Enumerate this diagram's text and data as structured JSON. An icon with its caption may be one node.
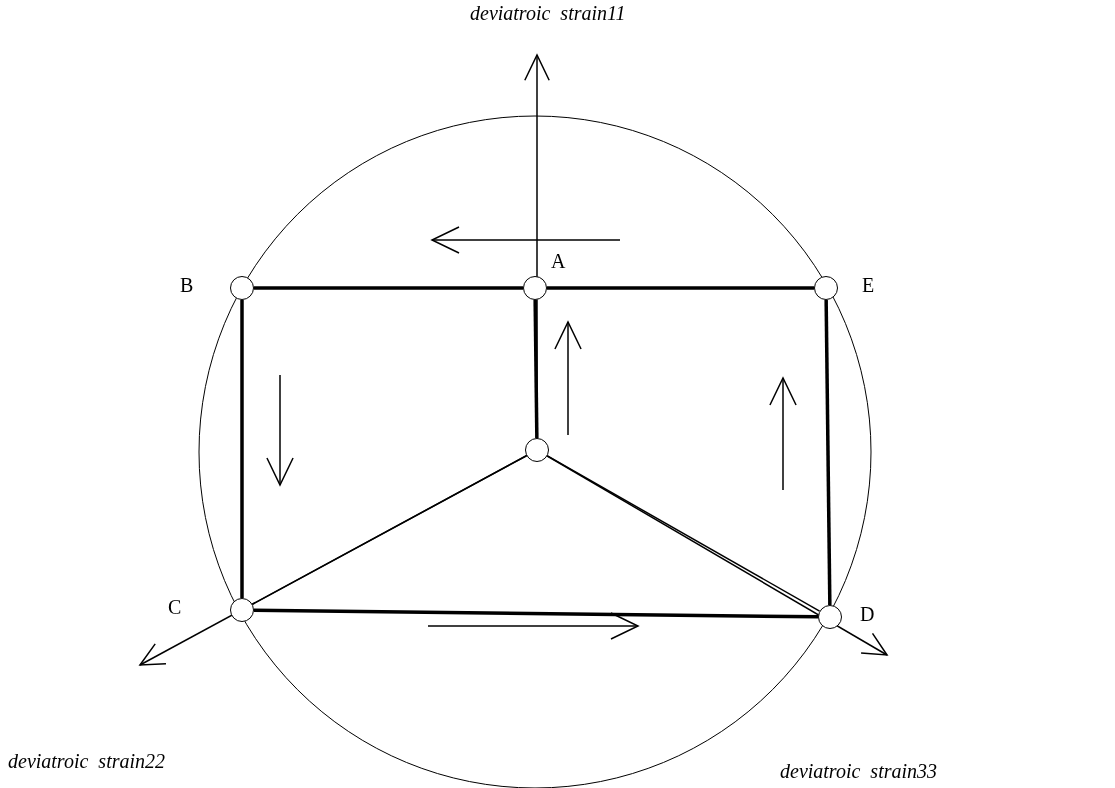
{
  "diagram": {
    "nodes": [
      {
        "text": [],
        "shape": "circle",
        "beside": [
          "B"
        ]
      },
      {
        "text": [],
        "shape": "circle",
        "beside": [
          "A"
        ]
      },
      {
        "text": [],
        "shape": "circle",
        "beside": [
          "E"
        ]
      },
      {
        "text": [],
        "shape": "circle"
      },
      {
        "text": [],
        "shape": "circle",
        "beside": [
          "C"
        ]
      },
      {
        "text": [],
        "shape": "circle",
        "beside": [
          "D"
        ]
      }
    ],
    "edges": [
      {
        "from": 0,
        "to": 1,
        "arrow": "none"
      },
      {
        "from": 1,
        "to": 2,
        "arrow": "none"
      },
      {
        "from": 0,
        "to": 4,
        "arrow": "none"
      },
      {
        "from": 3,
        "to": 1,
        "arrow": "none"
      },
      {
        "from": 2,
        "to": 5,
        "arrow": "none"
      },
      {
        "from": 3,
        "to": 4,
        "arrow": "none"
      },
      {
        "from": 3,
        "to": 5,
        "arrow": "none"
      },
      {
        "from": 4,
        "to": 5,
        "arrow": "none"
      }
    ],
    "labels": [
      "deviatroic  strain11",
      "deviatroic  strain22",
      "deviatroic  strain33"
    ]
  }
}
